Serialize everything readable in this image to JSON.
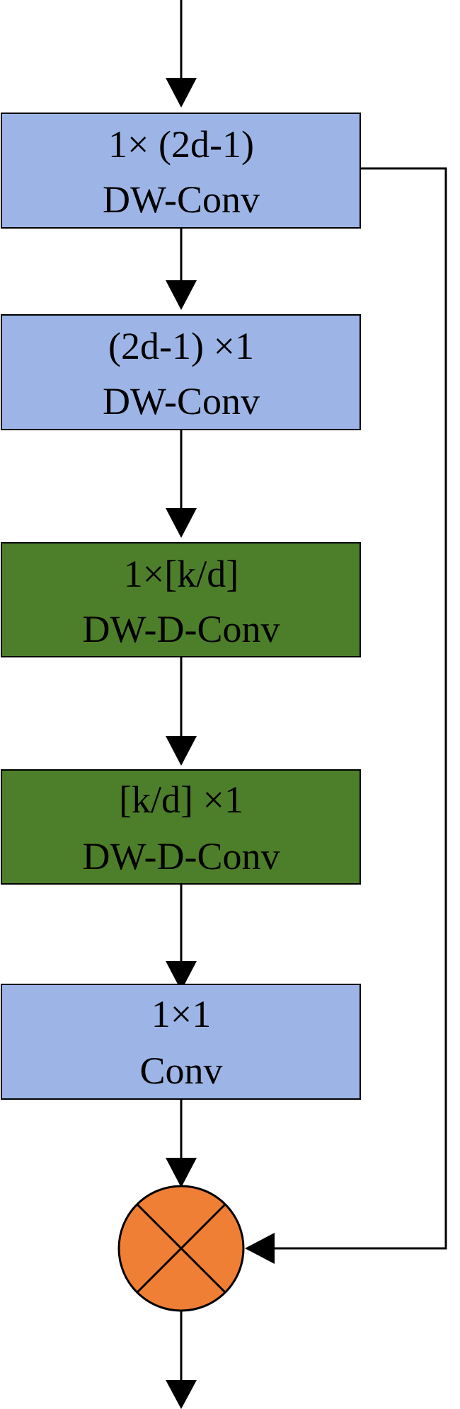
{
  "colors": {
    "blue_block": "#9db5e6",
    "green_block": "#4d7f2a",
    "multiply_node": "#ef7f34",
    "stroke": "#000000"
  },
  "blocks": [
    {
      "line1": "1× (2d-1)",
      "line2": "DW-Conv",
      "style": "blue"
    },
    {
      "line1": "(2d-1) ×1",
      "line2": "DW-Conv",
      "style": "blue"
    },
    {
      "line1": "1×[k/d]",
      "line2": "DW-D-Conv",
      "style": "green"
    },
    {
      "line1": "[k/d] ×1",
      "line2": "DW-D-Conv",
      "style": "green"
    },
    {
      "line1": "1×1",
      "line2": "Conv",
      "style": "blue"
    }
  ],
  "multiply_node": {
    "icon": "multiply-cross-icon"
  }
}
